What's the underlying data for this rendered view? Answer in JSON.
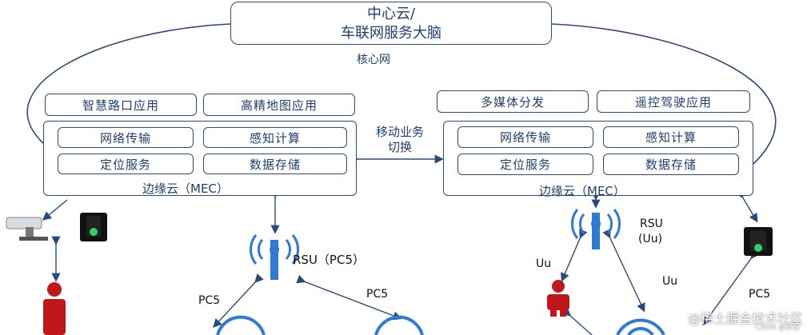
{
  "core": {
    "line1": "中心云/",
    "line2": "车联网服务大脑"
  },
  "core_network_label": "核心网",
  "left": {
    "apps": [
      "智慧路口应用",
      "高精地图应用"
    ],
    "services": [
      "网络传输",
      "感知计算",
      "定位服务",
      "数据存储"
    ],
    "edge_label": "边缘云（MEC）"
  },
  "right": {
    "apps": [
      "多媒体分发",
      "遥控驾驶应用"
    ],
    "services": [
      "网络传输",
      "感知计算",
      "定位服务",
      "数据存储"
    ],
    "edge_label": "边缘云（MEC）"
  },
  "handover_label": {
    "line1": "移动业务",
    "line2": "切换"
  },
  "rsu_left_label": "RSU（PC5）",
  "rsu_right_label": {
    "line1": "RSU",
    "line2": "(Uu)"
  },
  "link_labels": {
    "pc5_left": "PC5",
    "pc5_mid": "PC5",
    "uu_left": "Uu",
    "uu_mid": "Uu",
    "pc5_right": "PC5"
  },
  "watermark": {
    "main": "@稀土掘金技术社区",
    "sub": "CSDN @秋说"
  },
  "colors": {
    "border": "#2b4a7a",
    "text": "#1f3f6e",
    "signal": "#2e7bd6",
    "person": "#c0171c",
    "light_green": "#2fd06a"
  }
}
